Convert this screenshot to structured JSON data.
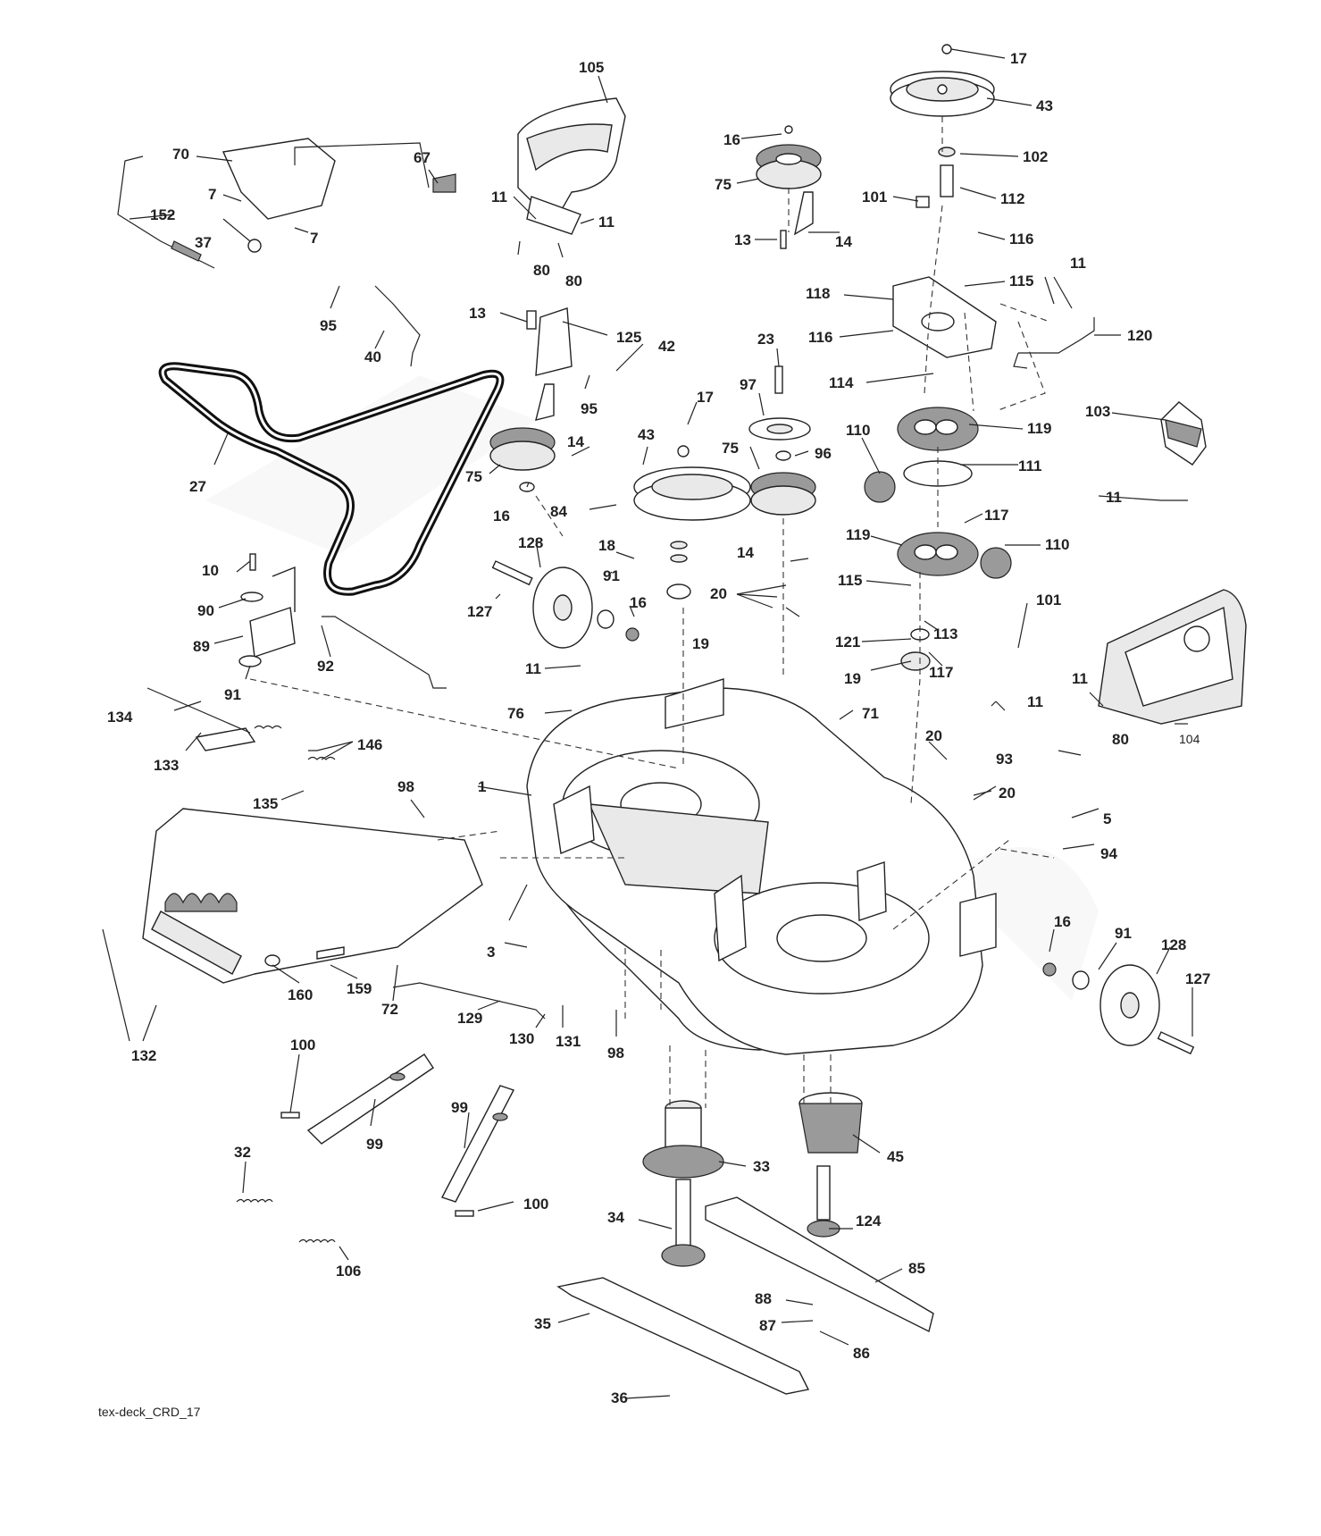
{
  "diagram": {
    "footer_code": "tex-deck_CRD_17",
    "callouts": [
      {
        "id": "c17a",
        "text": "17"
      },
      {
        "id": "c43a",
        "text": "43"
      },
      {
        "id": "c102",
        "text": "102"
      },
      {
        "id": "c112",
        "text": "112"
      },
      {
        "id": "c101a",
        "text": "101"
      },
      {
        "id": "c116a",
        "text": "116"
      },
      {
        "id": "c11a",
        "text": "11"
      },
      {
        "id": "c115a",
        "text": "115"
      },
      {
        "id": "c118",
        "text": "118"
      },
      {
        "id": "c116b",
        "text": "116"
      },
      {
        "id": "c120",
        "text": "120"
      },
      {
        "id": "c114",
        "text": "114"
      },
      {
        "id": "c103",
        "text": "103"
      },
      {
        "id": "c119a",
        "text": "119"
      },
      {
        "id": "c110a",
        "text": "110"
      },
      {
        "id": "c111",
        "text": "111"
      },
      {
        "id": "c11b",
        "text": "11"
      },
      {
        "id": "c117a",
        "text": "117"
      },
      {
        "id": "c119b",
        "text": "119"
      },
      {
        "id": "c110b",
        "text": "110"
      },
      {
        "id": "c115b",
        "text": "115"
      },
      {
        "id": "c101b",
        "text": "101"
      },
      {
        "id": "c113",
        "text": "113"
      },
      {
        "id": "c121",
        "text": "121"
      },
      {
        "id": "c117b",
        "text": "117"
      },
      {
        "id": "c19a",
        "text": "19"
      },
      {
        "id": "c11c",
        "text": "11"
      },
      {
        "id": "c80a",
        "text": "80"
      },
      {
        "id": "c104",
        "text": "104"
      },
      {
        "id": "c105",
        "text": "105"
      },
      {
        "id": "c16a",
        "text": "16"
      },
      {
        "id": "c75a",
        "text": "75"
      },
      {
        "id": "c14a",
        "text": "14"
      },
      {
        "id": "c13a",
        "text": "13"
      },
      {
        "id": "c11d",
        "text": "11"
      },
      {
        "id": "c11e",
        "text": "11"
      },
      {
        "id": "c80b",
        "text": "80"
      },
      {
        "id": "c80c",
        "text": "80"
      },
      {
        "id": "c70",
        "text": "70"
      },
      {
        "id": "c67",
        "text": "67"
      },
      {
        "id": "c7a",
        "text": "7"
      },
      {
        "id": "c7b",
        "text": "7"
      },
      {
        "id": "c152",
        "text": "152"
      },
      {
        "id": "c37",
        "text": "37"
      },
      {
        "id": "c95a",
        "text": "95"
      },
      {
        "id": "c40",
        "text": "40"
      },
      {
        "id": "c27",
        "text": "27"
      },
      {
        "id": "c13b",
        "text": "13"
      },
      {
        "id": "c125",
        "text": "125"
      },
      {
        "id": "c42",
        "text": "42"
      },
      {
        "id": "c95b",
        "text": "95"
      },
      {
        "id": "c23",
        "text": "23"
      },
      {
        "id": "c97",
        "text": "97"
      },
      {
        "id": "c17b",
        "text": "17"
      },
      {
        "id": "c43b",
        "text": "43"
      },
      {
        "id": "c75b",
        "text": "75"
      },
      {
        "id": "c96",
        "text": "96"
      },
      {
        "id": "c14b",
        "text": "14"
      },
      {
        "id": "c75c",
        "text": "75"
      },
      {
        "id": "c16b",
        "text": "16"
      },
      {
        "id": "c84",
        "text": "84"
      },
      {
        "id": "c14c",
        "text": "14"
      },
      {
        "id": "c18",
        "text": "18"
      },
      {
        "id": "c20a",
        "text": "20"
      },
      {
        "id": "c19b",
        "text": "19"
      },
      {
        "id": "c128a",
        "text": "128"
      },
      {
        "id": "c127a",
        "text": "127"
      },
      {
        "id": "c91a",
        "text": "91"
      },
      {
        "id": "c16c",
        "text": "16"
      },
      {
        "id": "c10",
        "text": "10"
      },
      {
        "id": "c90",
        "text": "90"
      },
      {
        "id": "c89",
        "text": "89"
      },
      {
        "id": "c91b",
        "text": "91"
      },
      {
        "id": "c92",
        "text": "92"
      },
      {
        "id": "c11f",
        "text": "11"
      },
      {
        "id": "c76",
        "text": "76"
      },
      {
        "id": "c71",
        "text": "71"
      },
      {
        "id": "c11g",
        "text": "11"
      },
      {
        "id": "c20b",
        "text": "20"
      },
      {
        "id": "c93",
        "text": "93"
      },
      {
        "id": "c20c",
        "text": "20"
      },
      {
        "id": "c134",
        "text": "134"
      },
      {
        "id": "c146",
        "text": "146"
      },
      {
        "id": "c133",
        "text": "133"
      },
      {
        "id": "c135",
        "text": "135"
      },
      {
        "id": "c98a",
        "text": "98"
      },
      {
        "id": "c1",
        "text": "1"
      },
      {
        "id": "c5",
        "text": "5"
      },
      {
        "id": "c94",
        "text": "94"
      },
      {
        "id": "c3",
        "text": "3"
      },
      {
        "id": "c16d",
        "text": "16"
      },
      {
        "id": "c91c",
        "text": "91"
      },
      {
        "id": "c128b",
        "text": "128"
      },
      {
        "id": "c127b",
        "text": "127"
      },
      {
        "id": "c160",
        "text": "160"
      },
      {
        "id": "c159",
        "text": "159"
      },
      {
        "id": "c72",
        "text": "72"
      },
      {
        "id": "c129",
        "text": "129"
      },
      {
        "id": "c130",
        "text": "130"
      },
      {
        "id": "c131",
        "text": "131"
      },
      {
        "id": "c98b",
        "text": "98"
      },
      {
        "id": "c132",
        "text": "132"
      },
      {
        "id": "c100a",
        "text": "100"
      },
      {
        "id": "c99a",
        "text": "99"
      },
      {
        "id": "c99b",
        "text": "99"
      },
      {
        "id": "c32",
        "text": "32"
      },
      {
        "id": "c100b",
        "text": "100"
      },
      {
        "id": "c106",
        "text": "106"
      },
      {
        "id": "c33",
        "text": "33"
      },
      {
        "id": "c45",
        "text": "45"
      },
      {
        "id": "c34",
        "text": "34"
      },
      {
        "id": "c124",
        "text": "124"
      },
      {
        "id": "c85",
        "text": "85"
      },
      {
        "id": "c88",
        "text": "88"
      },
      {
        "id": "c87",
        "text": "87"
      },
      {
        "id": "c86",
        "text": "86"
      },
      {
        "id": "c35",
        "text": "35"
      },
      {
        "id": "c36",
        "text": "36"
      }
    ]
  }
}
